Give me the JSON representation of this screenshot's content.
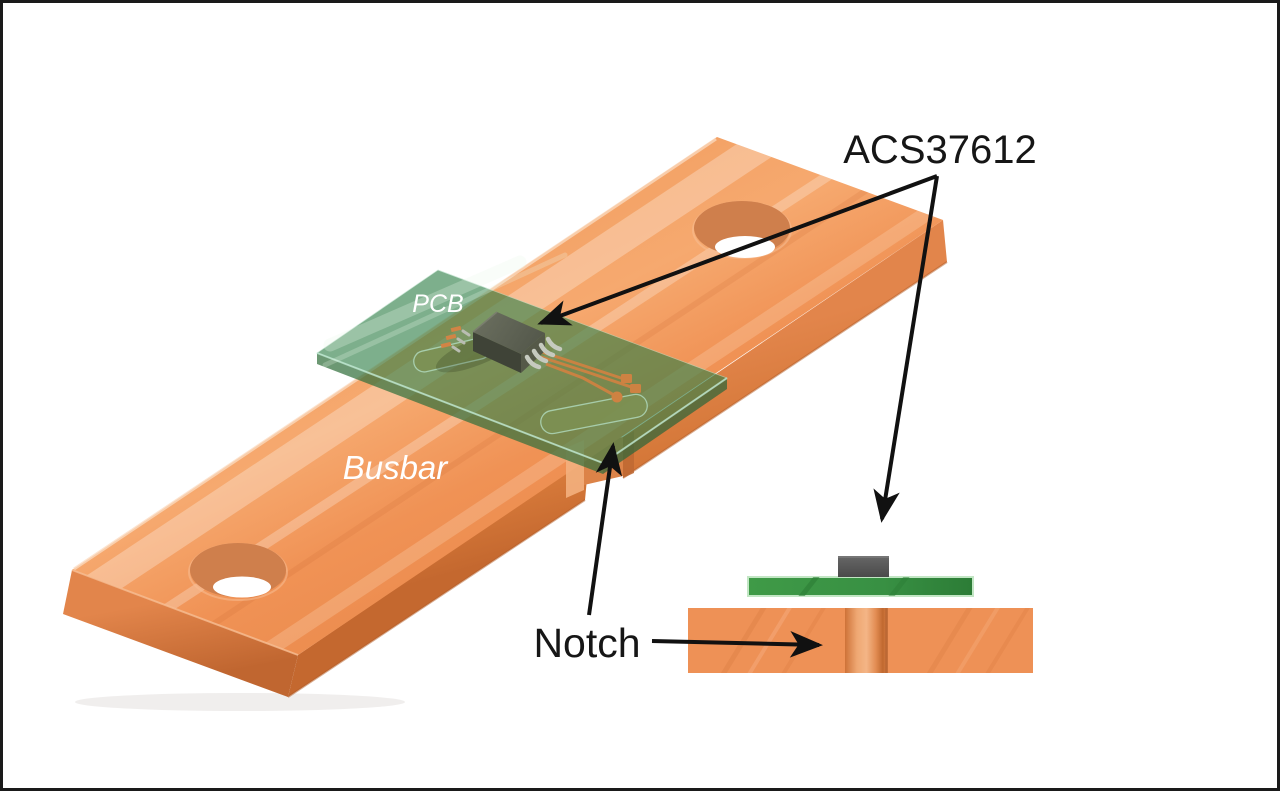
{
  "diagram": {
    "type": "technical-illustration",
    "subject": "Current sensor IC mounted on a PCB over a notched busbar, with side view of notch",
    "labels": {
      "chip": "ACS37612",
      "pcb": "PCB",
      "busbar": "Busbar",
      "notch": "Notch"
    },
    "colors": {
      "background": "#FFFFFF",
      "border": "#1A1A1A",
      "busbar_orange": "#F0975C",
      "busbar_front_dark": "#C96E35",
      "busbar_highlight": "#FBD6B4",
      "pcb_translucent_green": "#2F7F47",
      "pcb_side_green": "#33703D",
      "side_view_pcb_green": "#36903E",
      "chip_gray_top": "#666A5C",
      "chip_gray_front": "#3F4337",
      "side_view_chip_gray": "#555555",
      "pin_metal": "#C6CABF",
      "trace_copper": "#CE8242",
      "arrow": "#111111"
    }
  }
}
